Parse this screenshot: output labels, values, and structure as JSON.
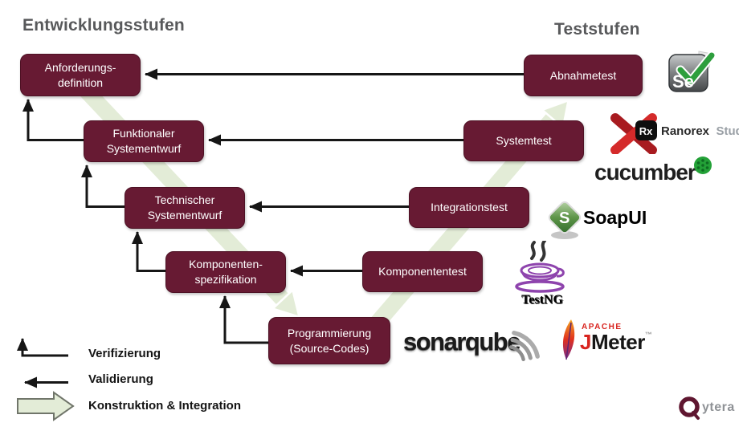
{
  "titles": {
    "left": "Entwicklungsstufen",
    "right": "Teststufen"
  },
  "v_model": {
    "dev_stages": [
      {
        "label": "Anforderungs-\ndefinition"
      },
      {
        "label": "Funktionaler\nSystementwurf"
      },
      {
        "label": "Technischer\nSystementwurf"
      },
      {
        "label": "Komponenten-\nspezifikation"
      },
      {
        "label": "Programmierung\n(Source-Codes)"
      }
    ],
    "test_stages": [
      {
        "label": "Abnahmetest"
      },
      {
        "label": "Systemtest"
      },
      {
        "label": "Integrationstest"
      },
      {
        "label": "Komponententest"
      }
    ]
  },
  "legend": {
    "verification": {
      "label": "Verifizierung",
      "arrow": "black-elbow-up"
    },
    "validation": {
      "label": "Validierung",
      "arrow": "black-left"
    },
    "construction": {
      "label": "Konstruktion & Integration",
      "arrow": "green-block-right"
    }
  },
  "logos": {
    "selenium": {
      "text": "Se"
    },
    "ranorex": {
      "badge": "Rx",
      "name": "Ranorex",
      "suffix": "Studio"
    },
    "cucumber": {
      "name": "cucumber"
    },
    "soapui": {
      "name": "SoapUI"
    },
    "testng": {
      "name": "TestNG"
    },
    "sonarqube": {
      "name": "sonarqube"
    },
    "jmeter": {
      "brand": "APACHE",
      "name_j": "J",
      "name_rest": "Meter",
      "tm": "™"
    },
    "qytera": {
      "name": "ytera"
    }
  },
  "colors": {
    "stage_box": "#671a33",
    "band_green": "#e3ecd7",
    "title_gray": "#58595b",
    "arrow_black": "#161616",
    "legend_arrow_border": "#70756a"
  }
}
